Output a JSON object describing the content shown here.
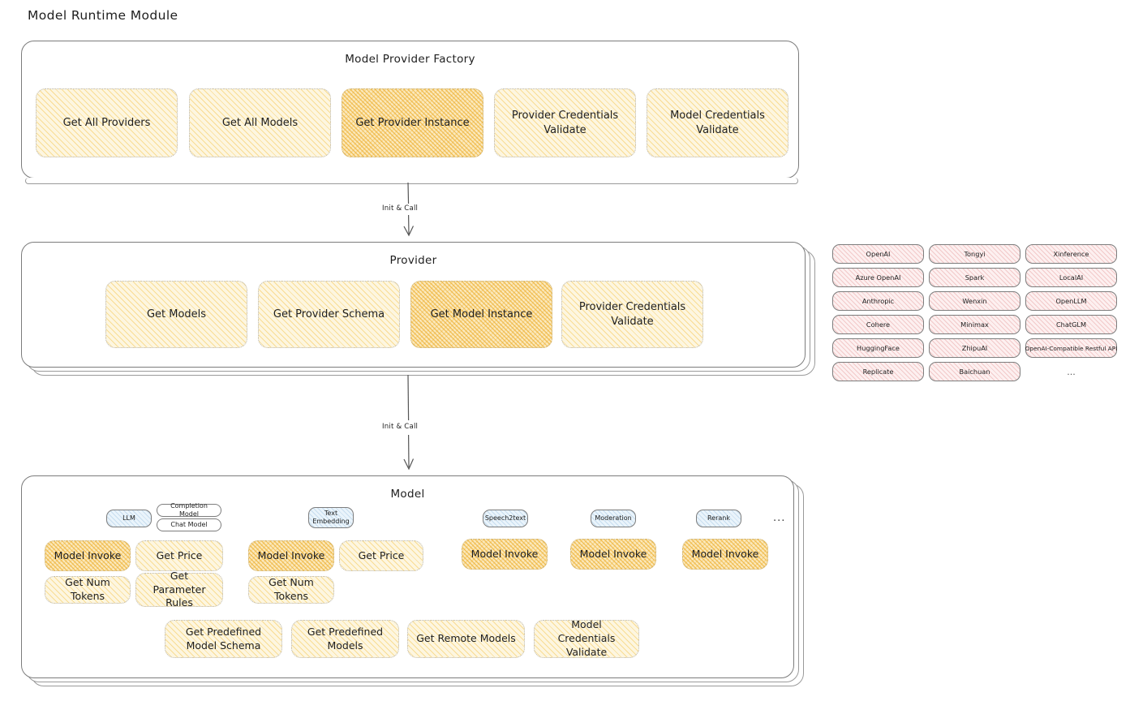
{
  "title": "Model Runtime Module",
  "factory": {
    "title": "Model Provider Factory",
    "blocks": [
      {
        "label": "Get All Providers",
        "highlighted": false
      },
      {
        "label": "Get All Models",
        "highlighted": false
      },
      {
        "label": "Get Provider Instance",
        "highlighted": true
      },
      {
        "label": "Provider Credentials Validate",
        "highlighted": false
      },
      {
        "label": "Model Credentials Validate",
        "highlighted": false
      }
    ]
  },
  "arrow1": {
    "label": "Init & Call"
  },
  "provider": {
    "title": "Provider",
    "blocks": [
      {
        "label": "Get Models",
        "highlighted": false
      },
      {
        "label": "Get Provider Schema",
        "highlighted": false
      },
      {
        "label": "Get Model Instance",
        "highlighted": true
      },
      {
        "label": "Provider Credentials Validate",
        "highlighted": false
      }
    ]
  },
  "arrow2": {
    "label": "Init & Call"
  },
  "provider_tags": {
    "column1": [
      "OpenAI",
      "Azure OpenAI",
      "Anthropic",
      "Cohere",
      "HuggingFace",
      "Replicate"
    ],
    "column2": [
      "Tongyi",
      "Spark",
      "Wenxin",
      "Minimax",
      "ZhipuAI",
      "Baichuan"
    ],
    "column3": [
      "Xinference",
      "LocalAI",
      "OpenLLM",
      "ChatGLM",
      "OpenAI-Compatible Restful API"
    ],
    "ellipsis": "..."
  },
  "model": {
    "title": "Model",
    "ellipsis": "...",
    "types": [
      {
        "name": "LLM",
        "sub_chips": [
          "Completion Model",
          "Chat Model"
        ],
        "blocks": [
          {
            "label": "Model Invoke",
            "highlighted": true
          },
          {
            "label": "Get Price",
            "highlighted": false
          },
          {
            "label": "Get Num Tokens",
            "highlighted": false
          },
          {
            "label": "Get Parameter Rules",
            "highlighted": false
          }
        ]
      },
      {
        "name": "Text\nEmbedding",
        "sub_chips": [],
        "blocks": [
          {
            "label": "Model Invoke",
            "highlighted": true
          },
          {
            "label": "Get Price",
            "highlighted": false
          },
          {
            "label": "Get Num Tokens",
            "highlighted": false
          }
        ]
      },
      {
        "name": "Speech2text",
        "sub_chips": [],
        "blocks": [
          {
            "label": "Model Invoke",
            "highlighted": true
          }
        ]
      },
      {
        "name": "Moderation",
        "sub_chips": [],
        "blocks": [
          {
            "label": "Model Invoke",
            "highlighted": true
          }
        ]
      },
      {
        "name": "Rerank",
        "sub_chips": [],
        "blocks": [
          {
            "label": "Model Invoke",
            "highlighted": true
          }
        ]
      }
    ],
    "shared_blocks": [
      {
        "label": "Get Predefined Model Schema",
        "highlighted": false
      },
      {
        "label": "Get Predefined Models",
        "highlighted": false
      },
      {
        "label": "Get Remote Models",
        "highlighted": false
      },
      {
        "label": "Model Credentials Validate",
        "highlighted": false
      }
    ]
  },
  "colors": {
    "block_fill": "#fdf6e0",
    "block_highlight_fill": "#fbe9bd",
    "tag_fill": "#fdf0f0",
    "chip_fill": "#eaf4fb",
    "stroke": "#7c7c7c",
    "text": "#1e1e1e"
  }
}
